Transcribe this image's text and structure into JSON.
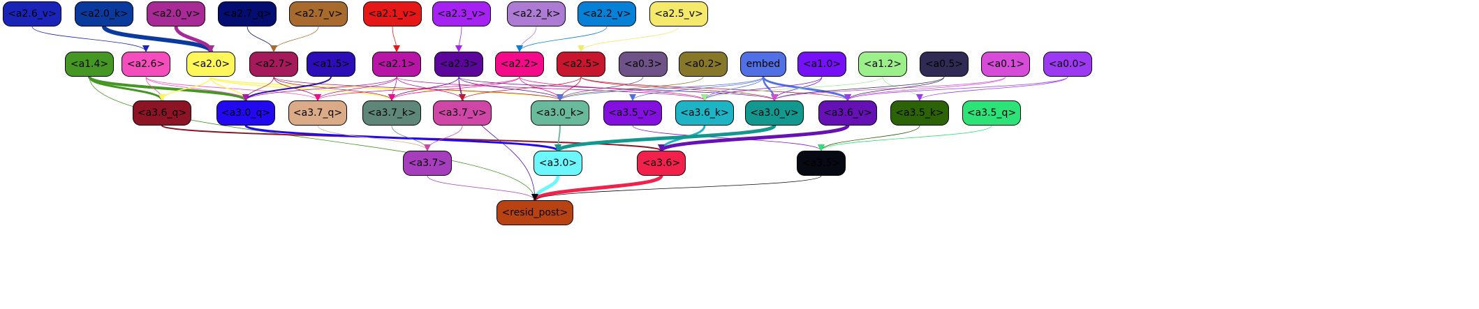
{
  "graph": {
    "nodes": [
      {
        "id": "a2_6_v",
        "label": "<a2.6_v>",
        "fill": "#1a24b8",
        "text": "#000000"
      },
      {
        "id": "a2_0_k",
        "label": "<a2.0_k>",
        "fill": "#0a3a9e",
        "text": "#000000"
      },
      {
        "id": "a2_0_v",
        "label": "<a2.0_v>",
        "fill": "#a82a96",
        "text": "#000000"
      },
      {
        "id": "a2_7_q",
        "label": "<a2.7_q>",
        "fill": "#030d72",
        "text": "#000000"
      },
      {
        "id": "a2_7_v",
        "label": "<a2.7_v>",
        "fill": "#a96a2d",
        "text": "#000000"
      },
      {
        "id": "a2_1_v",
        "label": "<a2.1_v>",
        "fill": "#e51717",
        "text": "#000000"
      },
      {
        "id": "a2_3_v",
        "label": "<a2.3_v>",
        "fill": "#a522f2",
        "text": "#000000"
      },
      {
        "id": "a2_2_k",
        "label": "<a2.2_k>",
        "fill": "#ad7ad4",
        "text": "#000000"
      },
      {
        "id": "a2_2_v",
        "label": "<a2.2_v>",
        "fill": "#0780d8",
        "text": "#000000"
      },
      {
        "id": "a2_5_v",
        "label": "<a2.5_v>",
        "fill": "#f5e96c",
        "text": "#000000"
      },
      {
        "id": "a1_4",
        "label": "<a1.4>",
        "fill": "#449723",
        "text": "#000000"
      },
      {
        "id": "a2_6",
        "label": "<a2.6>",
        "fill": "#f54dbd",
        "text": "#000000"
      },
      {
        "id": "a2_0",
        "label": "<a2.0>",
        "fill": "#fdf75a",
        "text": "#000000"
      },
      {
        "id": "a2_7",
        "label": "<a2.7>",
        "fill": "#a51a5b",
        "text": "#000000"
      },
      {
        "id": "a1_5",
        "label": "<a1.5>",
        "fill": "#2d0db8",
        "text": "#000000"
      },
      {
        "id": "a2_1",
        "label": "<a2.1>",
        "fill": "#b815a7",
        "text": "#000000"
      },
      {
        "id": "a2_3",
        "label": "<a2.3>",
        "fill": "#5c069c",
        "text": "#000000"
      },
      {
        "id": "a2_2",
        "label": "<a2.2>",
        "fill": "#f50a8a",
        "text": "#000000"
      },
      {
        "id": "a2_5",
        "label": "<a2.5>",
        "fill": "#c9162f",
        "text": "#000000"
      },
      {
        "id": "a0_3",
        "label": "<a0.3>",
        "fill": "#6f5287",
        "text": "#000000"
      },
      {
        "id": "a0_2",
        "label": "<a0.2>",
        "fill": "#867729",
        "text": "#000000"
      },
      {
        "id": "embed",
        "label": "embed",
        "fill": "#5270e5",
        "text": "#000000"
      },
      {
        "id": "a1_0",
        "label": "<a1.0>",
        "fill": "#7610f6",
        "text": "#000000"
      },
      {
        "id": "a1_2",
        "label": "<a1.2>",
        "fill": "#9cf08a",
        "text": "#000000"
      },
      {
        "id": "a0_5",
        "label": "<a0.5>",
        "fill": "#2f2b54",
        "text": "#000000"
      },
      {
        "id": "a0_1",
        "label": "<a0.1>",
        "fill": "#d64bd8",
        "text": "#000000"
      },
      {
        "id": "a0_0",
        "label": "<a0.0>",
        "fill": "#9d39f2",
        "text": "#000000"
      },
      {
        "id": "a3_6_q",
        "label": "<a3.6_q>",
        "fill": "#8c1424",
        "text": "#000000"
      },
      {
        "id": "a3_0_q",
        "label": "<a3.0_q>",
        "fill": "#2309f2",
        "text": "#000000"
      },
      {
        "id": "a3_7_q",
        "label": "<a3.7_q>",
        "fill": "#dbaa86",
        "text": "#000000"
      },
      {
        "id": "a3_7_k",
        "label": "<a3.7_k>",
        "fill": "#5e877a",
        "text": "#000000"
      },
      {
        "id": "a3_7_v",
        "label": "<a3.7_v>",
        "fill": "#cf46a7",
        "text": "#000000"
      },
      {
        "id": "a3_0_k",
        "label": "<a3.0_k>",
        "fill": "#69b99b",
        "text": "#000000"
      },
      {
        "id": "a3_5_v",
        "label": "<a3.5_v>",
        "fill": "#8410e0",
        "text": "#000000"
      },
      {
        "id": "a3_6_k",
        "label": "<a3.6_k>",
        "fill": "#1fb3c6",
        "text": "#000000"
      },
      {
        "id": "a3_0_v",
        "label": "<a3.0_v>",
        "fill": "#12988e",
        "text": "#000000"
      },
      {
        "id": "a3_6_v",
        "label": "<a3.6_v>",
        "fill": "#6511b5",
        "text": "#000000"
      },
      {
        "id": "a3_5_k",
        "label": "<a3.5_k>",
        "fill": "#2d6307",
        "text": "#000000"
      },
      {
        "id": "a3_5_q",
        "label": "<a3.5_q>",
        "fill": "#2de377",
        "text": "#000000"
      },
      {
        "id": "a3_7",
        "label": "<a3.7>",
        "fill": "#a63dbc",
        "text": "#000000"
      },
      {
        "id": "a3_0",
        "label": "<a3.0>",
        "fill": "#6bf7fc",
        "text": "#000000"
      },
      {
        "id": "a3_6",
        "label": "<a3.6>",
        "fill": "#f2214b",
        "text": "#000000"
      },
      {
        "id": "a3_5",
        "label": "<a3.5>",
        "fill": "#060812",
        "text": "#000000"
      },
      {
        "id": "resid_post",
        "label": "<resid_post>",
        "fill": "#b94213",
        "text": "#000000"
      }
    ],
    "edges": [
      {
        "from": "a2_6_v",
        "to": "a2_6",
        "color": "#1a24b8",
        "width": 0.8
      },
      {
        "from": "a2_0_k",
        "to": "a2_0",
        "color": "#0a3a9e",
        "width": 6
      },
      {
        "from": "a2_0_v",
        "to": "a2_0",
        "color": "#a82a96",
        "width": 5
      },
      {
        "from": "a2_7_q",
        "to": "a2_7",
        "color": "#030d72",
        "width": 0.8
      },
      {
        "from": "a2_7_v",
        "to": "a2_7",
        "color": "#a96a2d",
        "width": 0.8
      },
      {
        "from": "a2_1_v",
        "to": "a2_1",
        "color": "#e51717",
        "width": 0.8
      },
      {
        "from": "a2_3_v",
        "to": "a2_3",
        "color": "#a522f2",
        "width": 0.8
      },
      {
        "from": "a2_2_k",
        "to": "a2_2",
        "color": "#ad7ad4",
        "width": 0.8
      },
      {
        "from": "a2_2_v",
        "to": "a2_2",
        "color": "#0780d8",
        "width": 0.8
      },
      {
        "from": "a2_5_v",
        "to": "a2_5",
        "color": "#f5e96c",
        "width": 0.8
      },
      {
        "from": "a1_4",
        "to": "a3_6_q",
        "color": "#449723",
        "width": 3
      },
      {
        "from": "a1_4",
        "to": "a3_0_q",
        "color": "#449723",
        "width": 4
      },
      {
        "from": "a1_4",
        "to": "resid_post",
        "color": "#449723",
        "width": 0.8
      },
      {
        "from": "a2_6",
        "to": "a3_6_q",
        "color": "#f54dbd",
        "width": 0.8
      },
      {
        "from": "a2_6",
        "to": "a3_0_q",
        "color": "#f54dbd",
        "width": 0.8
      },
      {
        "from": "a2_6",
        "to": "a3_7_q",
        "color": "#f54dbd",
        "width": 0.8
      },
      {
        "from": "a2_0",
        "to": "a3_6_q",
        "color": "#fdf75a",
        "width": 1.5
      },
      {
        "from": "a2_0",
        "to": "a3_0_q",
        "color": "#fdf75a",
        "width": 1.5
      },
      {
        "from": "a2_0",
        "to": "a3_7_k",
        "color": "#fdf75a",
        "width": 1.5
      },
      {
        "from": "a2_0",
        "to": "a3_0_k",
        "color": "#fdf75a",
        "width": 1.5
      },
      {
        "from": "a2_7",
        "to": "a3_0_q",
        "color": "#a51a5b",
        "width": 0.8
      },
      {
        "from": "a2_7",
        "to": "a3_7_q",
        "color": "#a51a5b",
        "width": 0.8
      },
      {
        "from": "a2_7",
        "to": "a3_7_k",
        "color": "#a51a5b",
        "width": 0.8
      },
      {
        "from": "a2_7",
        "to": "a3_0_k",
        "color": "#a51a5b",
        "width": 0.8
      },
      {
        "from": "a1_5",
        "to": "a3_0_q",
        "color": "#2d0db8",
        "width": 2
      },
      {
        "from": "a2_1",
        "to": "a3_0_q",
        "color": "#b815a7",
        "width": 0.8
      },
      {
        "from": "a2_1",
        "to": "a3_7_q",
        "color": "#b815a7",
        "width": 0.8
      },
      {
        "from": "a2_1",
        "to": "a3_7_k",
        "color": "#b815a7",
        "width": 0.8
      },
      {
        "from": "a2_1",
        "to": "a3_7_v",
        "color": "#b815a7",
        "width": 0.8
      },
      {
        "from": "a2_1",
        "to": "a3_6_k",
        "color": "#b815a7",
        "width": 0.8
      },
      {
        "from": "a2_3",
        "to": "a3_7_k",
        "color": "#5c069c",
        "width": 0.8
      },
      {
        "from": "a2_3",
        "to": "a3_7_v",
        "color": "#5c069c",
        "width": 0.8
      },
      {
        "from": "a2_3",
        "to": "a3_0_k",
        "color": "#5c069c",
        "width": 0.8
      },
      {
        "from": "a2_3",
        "to": "resid_post",
        "color": "#5c069c",
        "width": 0.8
      },
      {
        "from": "a2_3",
        "to": "a3_0_v",
        "color": "#5c069c",
        "width": 0.8
      },
      {
        "from": "a2_2",
        "to": "a3_7_q",
        "color": "#f50a8a",
        "width": 0.8
      },
      {
        "from": "a2_2",
        "to": "a3_7_k",
        "color": "#f50a8a",
        "width": 0.8
      },
      {
        "from": "a2_2",
        "to": "a3_0_k",
        "color": "#f50a8a",
        "width": 0.8
      },
      {
        "from": "a2_2",
        "to": "a3_6_k",
        "color": "#f50a8a",
        "width": 0.8
      },
      {
        "from": "a2_5",
        "to": "a3_7_v",
        "color": "#c9162f",
        "width": 0.8
      },
      {
        "from": "a2_5",
        "to": "a3_0_k",
        "color": "#c9162f",
        "width": 0.8
      },
      {
        "from": "a2_5",
        "to": "a3_0_v",
        "color": "#c9162f",
        "width": 0.8
      },
      {
        "from": "a2_5",
        "to": "a3_6_v",
        "color": "#c9162f",
        "width": 0.8
      },
      {
        "from": "a0_3",
        "to": "a3_0_k",
        "color": "#6f5287",
        "width": 0.8
      },
      {
        "from": "a0_2",
        "to": "a3_0_k",
        "color": "#867729",
        "width": 0.8
      },
      {
        "from": "embed",
        "to": "a3_0_k",
        "color": "#5270e5",
        "width": 0.8
      },
      {
        "from": "embed",
        "to": "a3_6_k",
        "color": "#5270e5",
        "width": 0.8
      },
      {
        "from": "embed",
        "to": "a3_0_v",
        "color": "#5270e5",
        "width": 2.5
      },
      {
        "from": "embed",
        "to": "a3_6_v",
        "color": "#5270e5",
        "width": 3
      },
      {
        "from": "embed",
        "to": "a3_5_v",
        "color": "#5270e5",
        "width": 0.8
      },
      {
        "from": "a1_0",
        "to": "a3_6_k",
        "color": "#7610f6",
        "width": 0.8
      },
      {
        "from": "a1_0",
        "to": "a3_0_v",
        "color": "#7610f6",
        "width": 0.8
      },
      {
        "from": "a1_2",
        "to": "a3_6_k",
        "color": "#9cf08a",
        "width": 0.8
      },
      {
        "from": "a1_2",
        "to": "a3_5_k",
        "color": "#9cf08a",
        "width": 0.8
      },
      {
        "from": "a0_5",
        "to": "a3_0_v",
        "color": "#2f2b54",
        "width": 0.8
      },
      {
        "from": "a0_5",
        "to": "a3_6_v",
        "color": "#2f2b54",
        "width": 0.8
      },
      {
        "from": "a0_1",
        "to": "a3_6_v",
        "color": "#d64bd8",
        "width": 0.8
      },
      {
        "from": "a0_1",
        "to": "a3_0_v",
        "color": "#d64bd8",
        "width": 0.8
      },
      {
        "from": "a0_0",
        "to": "a3_6_v",
        "color": "#9d39f2",
        "width": 0.8
      },
      {
        "from": "a0_0",
        "to": "a3_5_k",
        "color": "#9d39f2",
        "width": 0.8
      },
      {
        "from": "a3_6_q",
        "to": "a3_6",
        "color": "#8c1424",
        "width": 2
      },
      {
        "from": "a3_0_q",
        "to": "a3_0",
        "color": "#2309f2",
        "width": 3
      },
      {
        "from": "a3_7_q",
        "to": "a3_7",
        "color": "#dbaa86",
        "width": 0.8
      },
      {
        "from": "a3_7_k",
        "to": "a3_7",
        "color": "#5e877a",
        "width": 0.8
      },
      {
        "from": "a3_7_v",
        "to": "a3_7",
        "color": "#cf46a7",
        "width": 0.8
      },
      {
        "from": "a3_0_k",
        "to": "a3_0",
        "color": "#69b99b",
        "width": 2
      },
      {
        "from": "a3_5_v",
        "to": "a3_5",
        "color": "#8410e0",
        "width": 0.8
      },
      {
        "from": "a3_6_k",
        "to": "a3_6",
        "color": "#1fb3c6",
        "width": 3
      },
      {
        "from": "a3_0_v",
        "to": "a3_0",
        "color": "#12988e",
        "width": 5
      },
      {
        "from": "a3_6_v",
        "to": "a3_6",
        "color": "#6511b5",
        "width": 5
      },
      {
        "from": "a3_5_k",
        "to": "a3_5",
        "color": "#2d6307",
        "width": 0.8
      },
      {
        "from": "a3_5_q",
        "to": "a3_5",
        "color": "#2de377",
        "width": 0.8
      },
      {
        "from": "a3_7",
        "to": "resid_post",
        "color": "#a63dbc",
        "width": 0.8
      },
      {
        "from": "a3_0",
        "to": "resid_post",
        "color": "#6bf7fc",
        "width": 5
      },
      {
        "from": "a3_6",
        "to": "resid_post",
        "color": "#f2214b",
        "width": 5
      },
      {
        "from": "a3_5",
        "to": "resid_post",
        "color": "#060812",
        "width": 0.8
      }
    ]
  }
}
